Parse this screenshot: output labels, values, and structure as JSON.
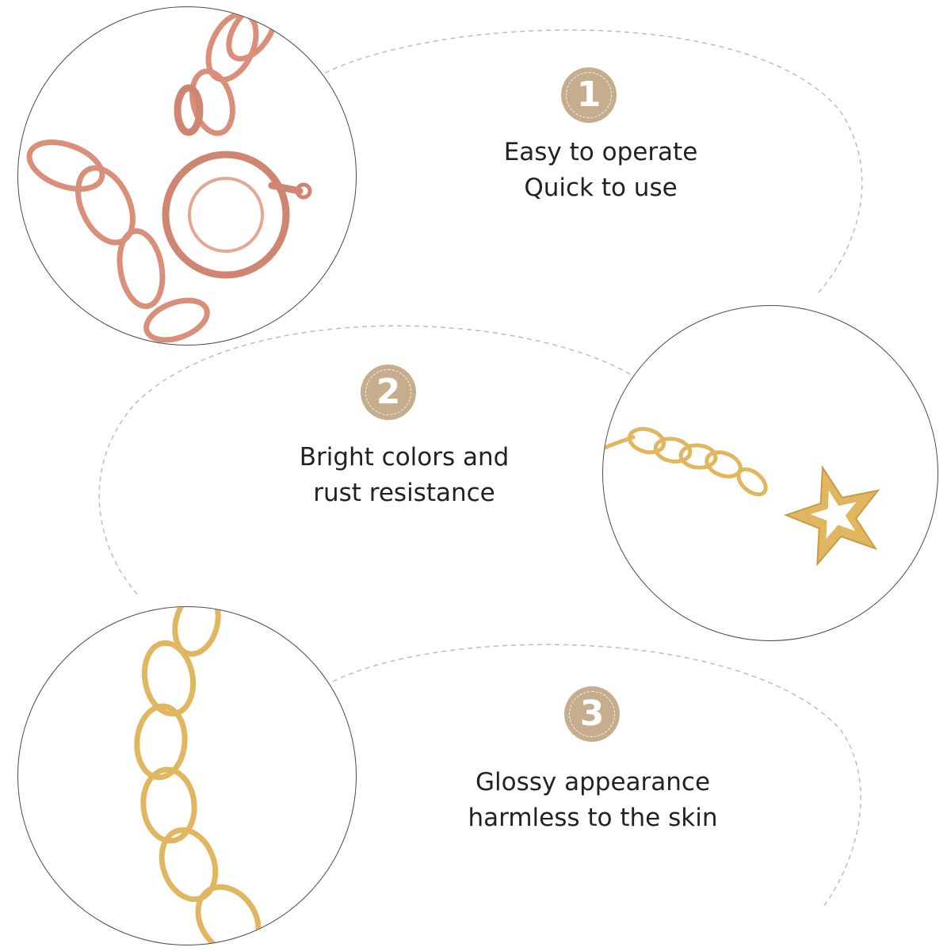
{
  "colors": {
    "badge": "#c6ad8d",
    "rose_gold": "#d98f79",
    "gold": "#e0b760",
    "text": "#222222",
    "dashed_outline": "#bdbdbd"
  },
  "features": [
    {
      "number": "1",
      "line1": "Easy to operate",
      "line2": "Quick to use"
    },
    {
      "number": "2",
      "line1": "Bright colors and",
      "line2": "rust resistance"
    },
    {
      "number": "3",
      "line1": "Glossy appearance",
      "line2": "harmless to the skin"
    }
  ],
  "photos": [
    {
      "subject": "rose gold spring ring clasp with chain"
    },
    {
      "subject": "gold extension chain with star charm"
    },
    {
      "subject": "gold curb chain links"
    }
  ]
}
